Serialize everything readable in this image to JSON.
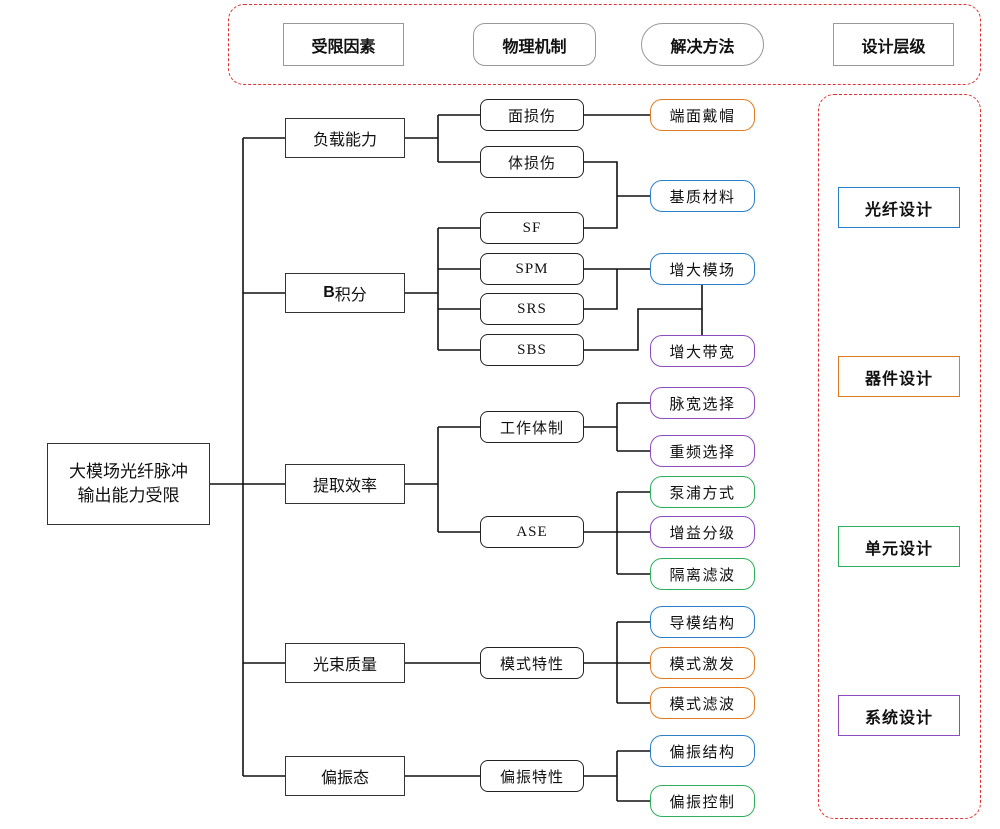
{
  "colors": {
    "dashed_frame": "#e03030",
    "orange": "#e07a22",
    "blue": "#2a7fc8",
    "green": "#2fae5a",
    "purple": "#8e4bbd",
    "line": "#111111"
  },
  "header": {
    "labels": [
      "受限因素",
      "物理机制",
      "解决方法",
      "设计层级"
    ]
  },
  "root": {
    "line1": "大模场光纤脉冲",
    "line2": "输出能力受限"
  },
  "factors": [
    "负载能力",
    "B积分",
    "提取效率",
    "光束质量",
    "偏振态"
  ],
  "b_integral": {
    "prefix": "B",
    "suffix": "积分"
  },
  "mechanisms": [
    "面损伤",
    "体损伤",
    "SF",
    "SPM",
    "SRS",
    "SBS",
    "工作体制",
    "ASE",
    "模式特性",
    "偏振特性"
  ],
  "solutions": [
    "端面戴帽",
    "基质材料",
    "增大模场",
    "增大带宽",
    "脉宽选择",
    "重频选择",
    "泵浦方式",
    "增益分级",
    "隔离滤波",
    "导模结构",
    "模式激发",
    "模式滤波",
    "偏振结构",
    "偏振控制"
  ],
  "levels": [
    "光纤设计",
    "器件设计",
    "单元设计",
    "系统设计"
  ]
}
